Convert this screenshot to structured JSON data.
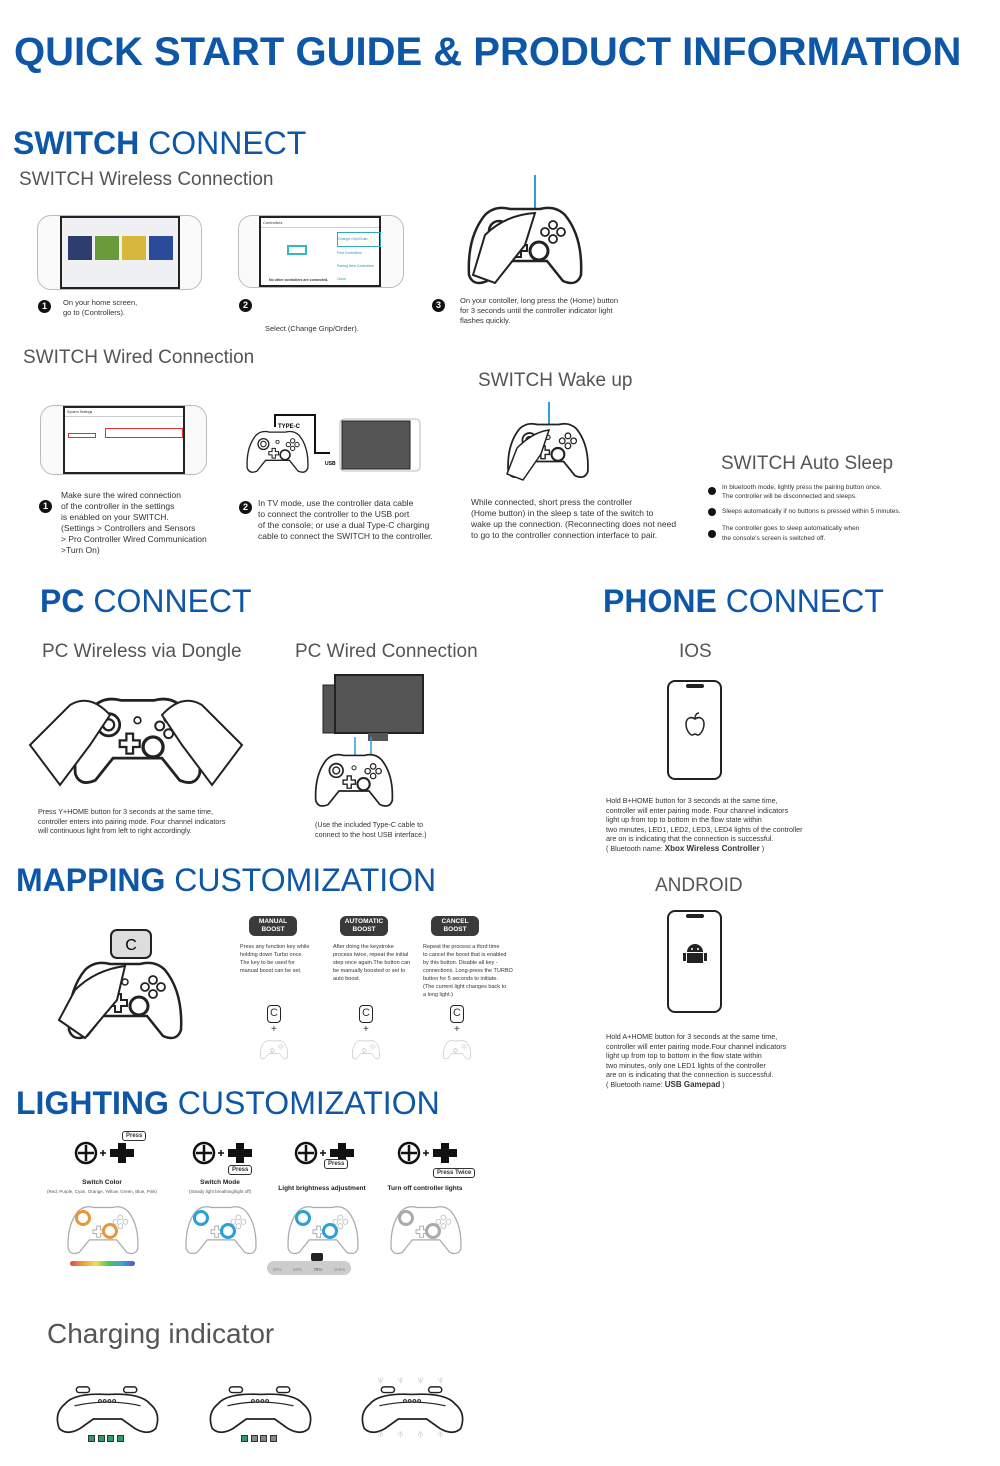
{
  "title": "QUICK START GUIDE & PRODUCT INFORMATION",
  "colors": {
    "brand": "#0d57a6",
    "accent_blue": "#2a9fd8",
    "led_green": "#2e9b6a",
    "orange": "#e8963a"
  },
  "switch": {
    "heading_bold": "SWITCH",
    "heading_light": "CONNECT",
    "wireless": {
      "title": "SWITCH Wireless Connection",
      "steps": [
        {
          "num": "1",
          "text": "On your home screen,\ngo to (Controllers)."
        },
        {
          "num": "2",
          "text": "Select (Change Grip/Order)."
        },
        {
          "num": "3",
          "text": "On your contoller, long press the (Home) button\nfor 3 seconds until the controller indicator light\nflashes quickly."
        }
      ],
      "screen2": {
        "header": "Controllers",
        "menu": [
          "Change Grip/Order",
          "Find Controllers",
          "Pairing New Controllers",
          "Close"
        ],
        "note": "No other controllers are connected."
      }
    },
    "wired": {
      "title": "SWITCH Wired Connection",
      "steps": [
        {
          "num": "1",
          "text": "Make sure the wired connection\nof the controller in the settings\nis enabled on your SWITCH.\n(Settings > Controllers and Sensors\n> Pro Controller Wired Communication\n>Turn On)"
        },
        {
          "num": "2",
          "text": "In TV mode, use the controller data cable\nto connect the controller to the USB port\nof the console; or use a dual Type-C charging\ncable to connect the SWITCH to the controller."
        }
      ],
      "cable_label": "TYPE-C",
      "usb_label": "USB",
      "settings_header": "System Settings"
    },
    "wake": {
      "title": "SWITCH Wake up",
      "text": "While connected, short press the controller\n(Home button) in the sleep s   tate of the switch to\nwake up the connection. (Reconnecting does not need\nto go to the controller connection interface to pair."
    },
    "sleep": {
      "title": "SWITCH Auto Sleep",
      "bullets": [
        "In bluetooth mode, lightly press the pairing button once.\nThe controller will be disconnected and sleeps.",
        "Sleeps automatically if no buttons is pressed within 5 minutes.",
        "The controller goes to sleep automatically when\nthe console's screen is switched off."
      ]
    }
  },
  "pc": {
    "heading_bold": "PC",
    "heading_light": "CONNECT",
    "wireless": {
      "title": "PC Wireless via Dongle",
      "text": "Press Y+HOME button for 3  seconds at the same time,\ncontroller enters into pairing mode. Four channel indicators\nwill continuous light from left to right accordingly."
    },
    "wired": {
      "title": "PC Wired Connection",
      "text": "(Use the included Type-C cable to\nconnect to the host USB interface.)"
    }
  },
  "phone": {
    "heading_bold": "PHONE",
    "heading_light": "CONNECT",
    "ios": {
      "title": "IOS",
      "text": "Hold B+HOME button for 3 seconds at the same time,\ncontroller will enter pairing mode. Four channel indicators\nlight up from top to bottom in the flow state within\ntwo minutes, LED1, LED2, LED3, LED4 lights of the controller\nare on is indicating that the connection is successful.",
      "bt_prefix": "( Bluetooth name: ",
      "bt_name": "Xbox Wireless Controller",
      "bt_suffix": " )"
    },
    "android": {
      "title": "ANDROID",
      "text": "Hold A+HOME button for 3 seconds at the same time,\ncontroller will enter pairing mode.Four channel indicators\nlight up from top to bottom in the flow state within\ntwo minutes, only one LED1 lights of the controller\nare on is indicating that the connection is successful.",
      "bt_prefix": "( Bluetooth name: ",
      "bt_name": "USB Gamepad",
      "bt_suffix": " )"
    }
  },
  "mapping": {
    "heading_bold": "MAPPING",
    "heading_light": "CUSTOMIZATION",
    "turbo_key": "C",
    "modes": [
      {
        "label": "MANUAL\nBOOST",
        "text": "Press any function key while\nholding down Turbo once.\nThe key to be used for\nmanual boost can be set."
      },
      {
        "label": "AUTOMATIC\nBOOST",
        "text": "After doing the keystroke\nprocess twice, repeat the initial\nstep once again.The button can\nbe manually boosted or set to\nauto boost."
      },
      {
        "label": "CANCEL\nBOOST",
        "text": "Repeat the process a third time\nto cancel the boost that is enabled\nby this button. Disable all key -\nconnections. Long-press the TURBO\nbutton for 5 seconds to initiate.\n(The current light changes back to\na long light.)"
      }
    ]
  },
  "lighting": {
    "heading_bold": "LIGHTING",
    "heading_light": "CUSTOMIZATION",
    "items": [
      {
        "press": "Press",
        "title": "Switch Color",
        "sub": "(Red, Purple, Cyan, Orange, Yellow, Green, Blue, Pink)"
      },
      {
        "press": "Press",
        "title": "Switch Mode",
        "sub": "(Steady light breathing/light off)"
      },
      {
        "press": "Press",
        "title": "Light brightness adjustment",
        "sub": ""
      },
      {
        "press": "Press Twice",
        "title": "Turn off controller lights",
        "sub": ""
      }
    ],
    "brightness_levels": [
      "25%",
      "50%",
      "75%",
      "100%"
    ],
    "brightness_selected": "75%"
  },
  "charging": {
    "title": "Charging indicator",
    "states": [
      {
        "leds_on": 4,
        "leds_total": 4
      },
      {
        "leds_on": 1,
        "leds_total": 4
      },
      {
        "leds_on": 0,
        "leds_total": 4,
        "flashing": true
      }
    ]
  }
}
